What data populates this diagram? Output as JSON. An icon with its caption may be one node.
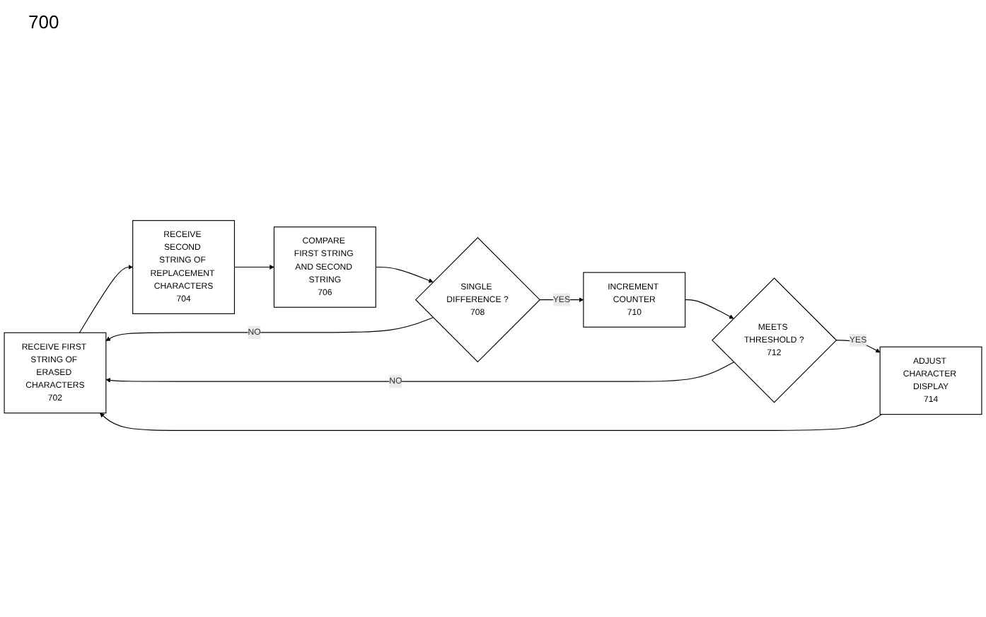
{
  "diagram": {
    "nodes": [
      {
        "text": [
          "RECEIVE FIRST STRING OF ERASED CHARACTERS",
          "702"
        ]
      },
      {
        "text": [
          "RECEIVE SECOND STRING OF REPLACEMENT CHARACTERS",
          "704"
        ]
      },
      {
        "text": [
          "COMPARE FIRST STRING AND SECOND STRING",
          "706"
        ]
      },
      {
        "text": [
          "SINGLE DIFFERENCE ?",
          "708"
        ]
      },
      {
        "text": [
          "INCREMENT COUNTER",
          "710"
        ]
      },
      {
        "text": [
          "MEETS THRESHOLD ?",
          "712"
        ]
      },
      {
        "text": [
          "ADJUST CHARACTER DISPLAY",
          "714"
        ]
      }
    ],
    "edges": [
      {
        "from": 0,
        "to": 1,
        "arrow": "to"
      },
      {
        "from": 1,
        "to": 2,
        "arrow": "to"
      },
      {
        "from": 2,
        "to": 3,
        "arrow": "to"
      },
      {
        "from": 3,
        "to": 0,
        "arrow": "to",
        "label": "NO"
      },
      {
        "from": 3,
        "to": 4,
        "arrow": "to",
        "label": "YES"
      },
      {
        "from": 4,
        "to": 5,
        "arrow": "to"
      },
      {
        "from": 5,
        "to": 0,
        "arrow": "to",
        "label": "NO"
      },
      {
        "from": 5,
        "to": 6,
        "arrow": "to",
        "label": "YES"
      },
      {
        "from": 6,
        "to": 0,
        "arrow": "to"
      }
    ],
    "labels": [
      "700"
    ]
  }
}
